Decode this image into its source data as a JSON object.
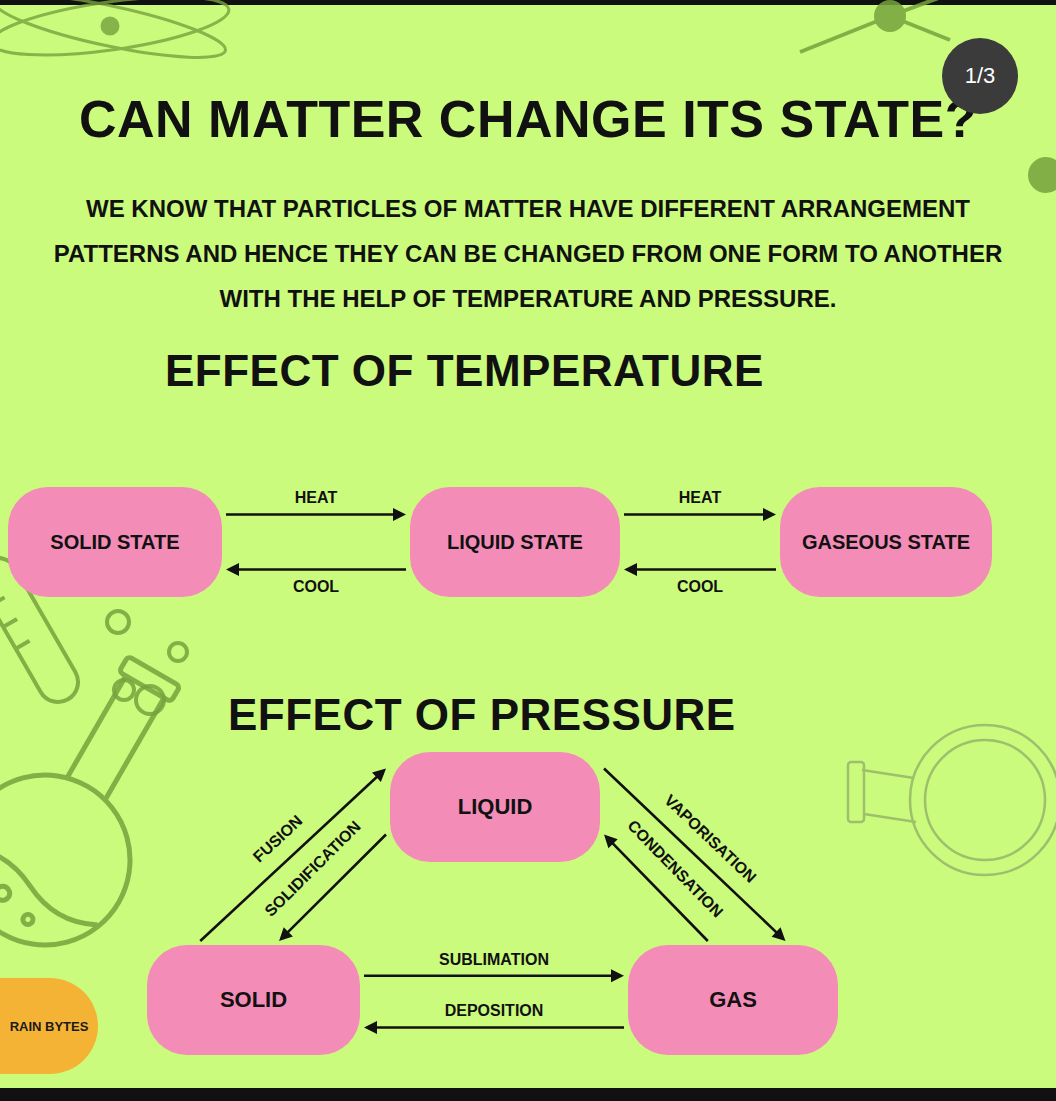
{
  "diagram": {
    "title": "CAN MATTER CHANGE ITS STATE?",
    "nodes": [
      {
        "text": [
          "1/3"
        ]
      },
      {
        "text": [
          "SOLID STATE"
        ]
      },
      {
        "text": [
          "LIQUID STATE"
        ]
      },
      {
        "text": [
          "GASEOUS STATE"
        ]
      },
      {
        "text": [
          "LIQUID"
        ]
      },
      {
        "text": [
          "SOLID"
        ]
      },
      {
        "text": [
          "GAS"
        ]
      },
      {
        "text": [
          "RAIN BYTES"
        ]
      }
    ],
    "edges": [
      {
        "from": 1,
        "to": 2,
        "label": "HEAT",
        "arrow": "to"
      },
      {
        "from": 2,
        "to": 1,
        "label": "COOL",
        "arrow": "to"
      },
      {
        "from": 2,
        "to": 3,
        "label": "HEAT",
        "arrow": "to"
      },
      {
        "from": 3,
        "to": 2,
        "label": "COOL",
        "arrow": "to"
      },
      {
        "from": 5,
        "to": 4,
        "label": "FUSION",
        "arrow": "to"
      },
      {
        "from": 4,
        "to": 5,
        "label": "SOLIDIFICATION",
        "arrow": "to"
      },
      {
        "from": 4,
        "to": 6,
        "label": "VAPORISATION",
        "arrow": "to"
      },
      {
        "from": 6,
        "to": 4,
        "label": "CONDENSATION",
        "arrow": "to"
      },
      {
        "from": 5,
        "to": 6,
        "label": "SUBLIMATION",
        "arrow": "to"
      },
      {
        "from": 6,
        "to": 5,
        "label": "DEPOSITION",
        "arrow": "to"
      }
    ],
    "labels": [
      "WE KNOW THAT PARTICLES OF MATTER HAVE DIFFERENT ARRANGEMENT PATTERNS AND HENCE THEY CAN BE CHANGED FROM ONE FORM TO ANOTHER WITH THE HELP OF TEMPERATURE AND PRESSURE.",
      "EFFECT OF TEMPERATURE",
      "EFFECT OF PRESSURE"
    ]
  }
}
